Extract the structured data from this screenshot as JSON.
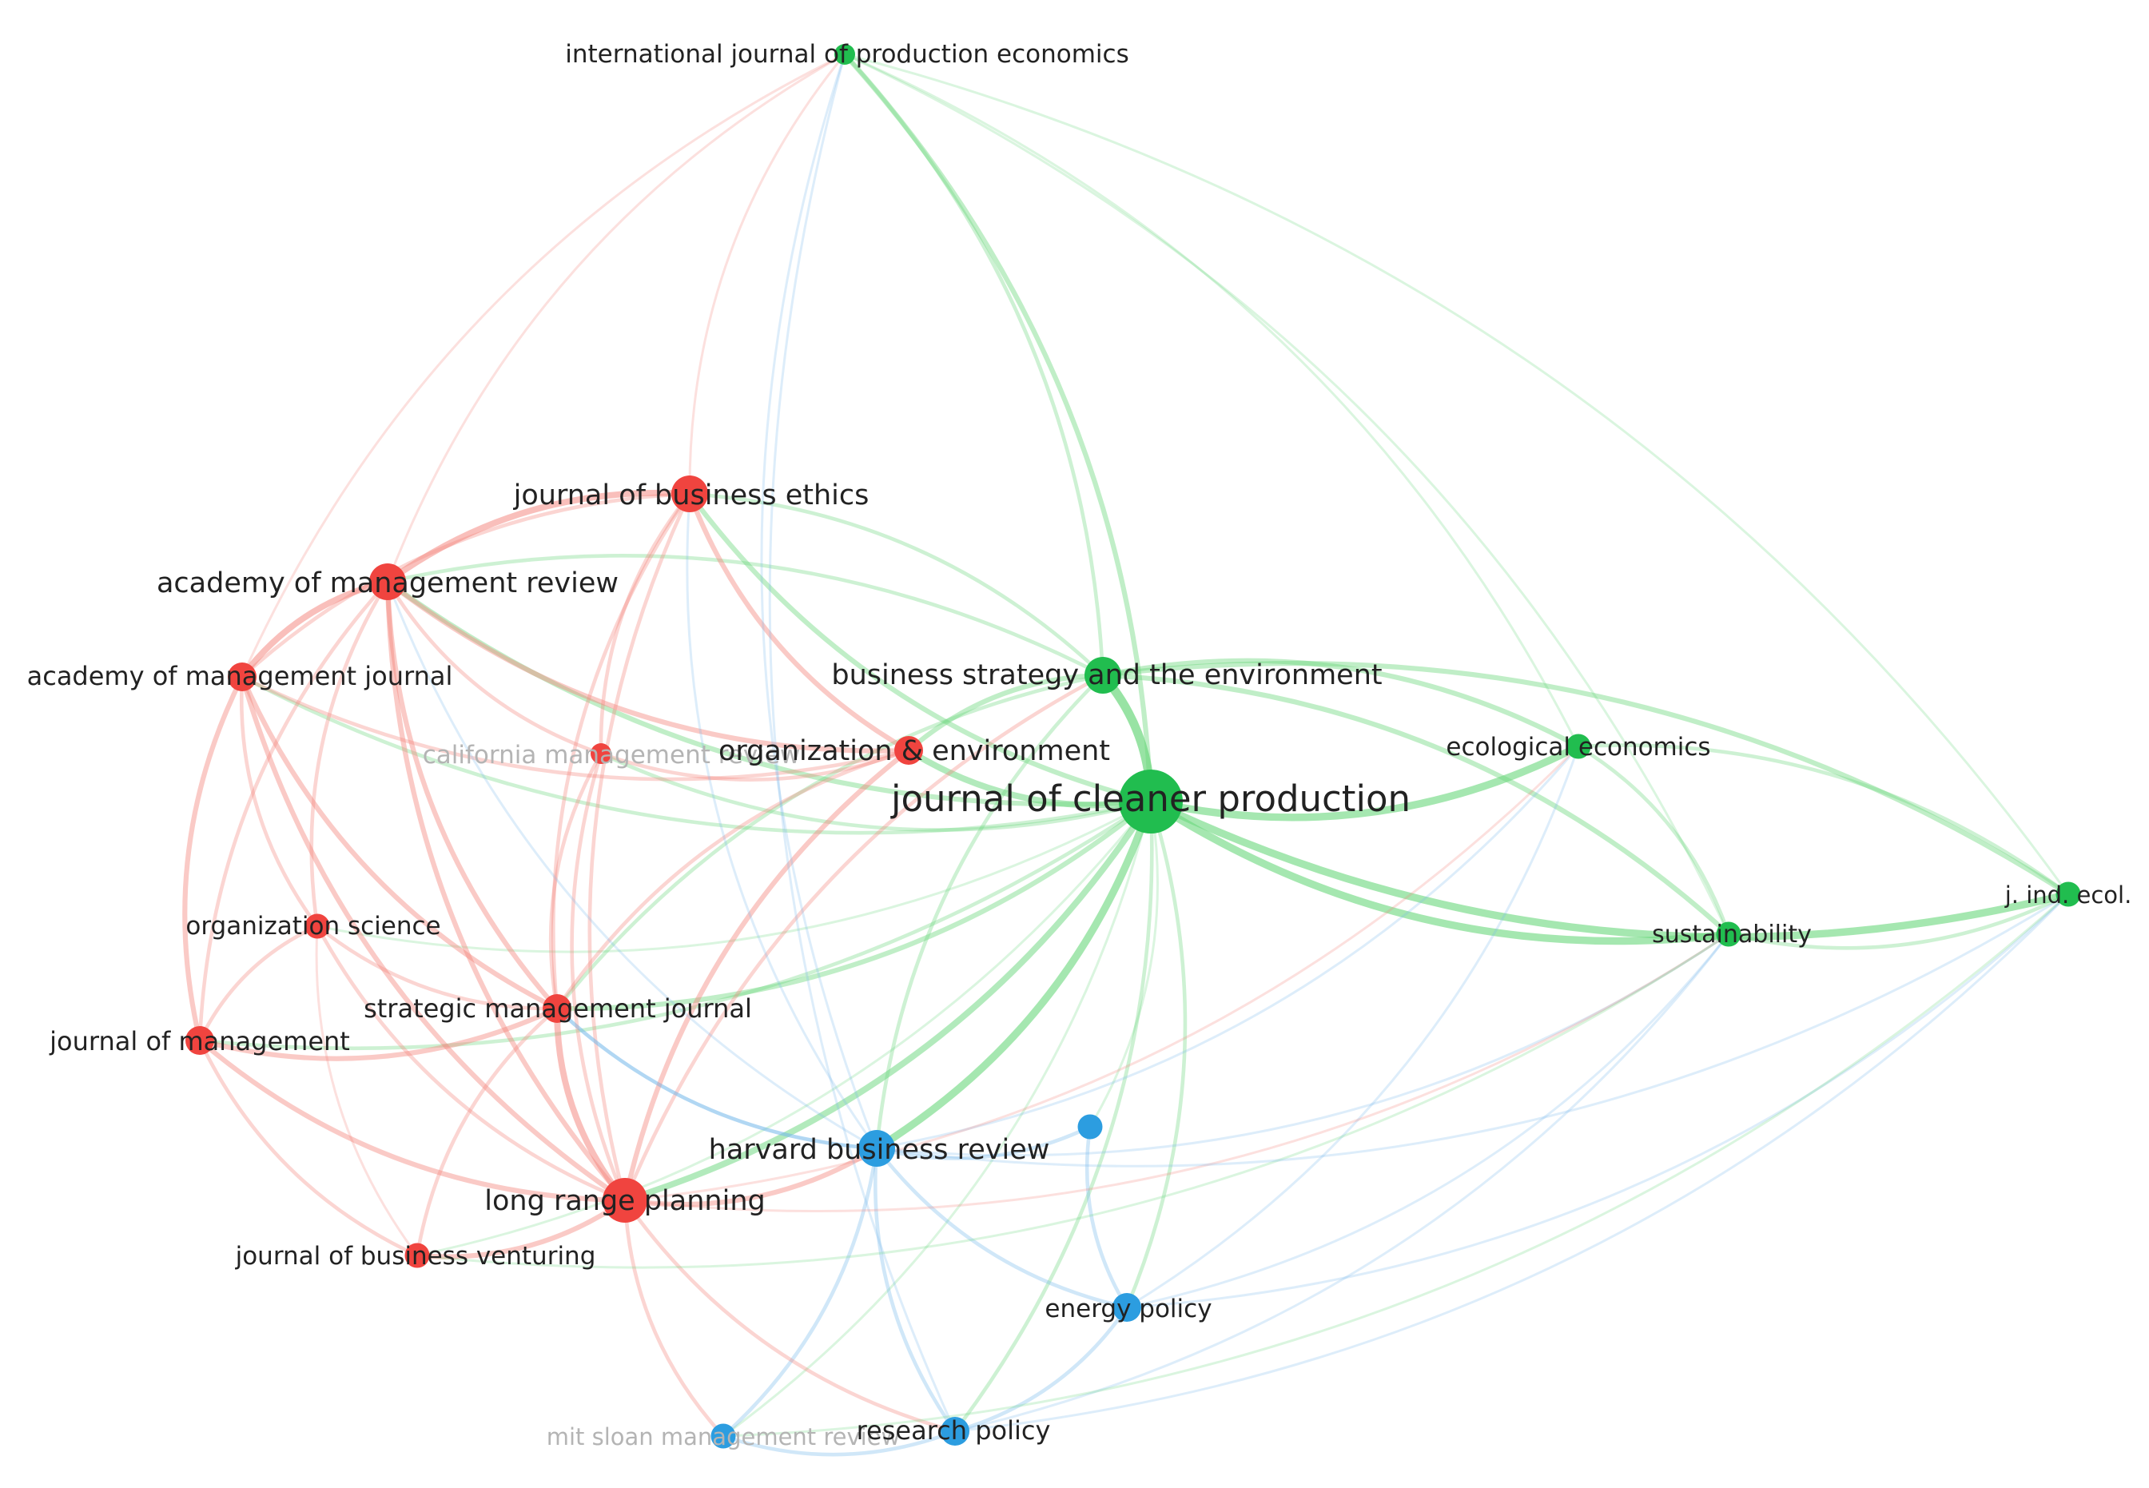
{
  "title": "",
  "colors": {
    "red": "#f0443f",
    "green": "#21bd4f",
    "blue": "#2c9de0",
    "red_edge": "#f4857c",
    "green_edge": "#6cd77e",
    "blue_edge": "#76b8ea"
  },
  "nodes": [
    {
      "id": "ijpe",
      "label": "international journal of production economics",
      "cluster": "green",
      "weight": 1,
      "faint": false
    },
    {
      "id": "jbe",
      "label": "journal of business ethics",
      "cluster": "red",
      "weight": 3,
      "faint": false
    },
    {
      "id": "amr",
      "label": "academy of management review",
      "cluster": "red",
      "weight": 3,
      "faint": false
    },
    {
      "id": "amj",
      "label": "academy of management journal",
      "cluster": "red",
      "weight": 2,
      "faint": false
    },
    {
      "id": "cmr",
      "label": "california management review",
      "cluster": "red",
      "weight": 1,
      "faint": true
    },
    {
      "id": "bse",
      "label": "business strategy and the environment",
      "cluster": "green",
      "weight": 3,
      "faint": false
    },
    {
      "id": "oe",
      "label": "organization & environment",
      "cluster": "red",
      "weight": 2,
      "faint": false
    },
    {
      "id": "jcp",
      "label": "journal of cleaner production",
      "cluster": "green",
      "weight": 6,
      "faint": false
    },
    {
      "id": "ee",
      "label": "ecological economics",
      "cluster": "green",
      "weight": 1.5,
      "faint": false
    },
    {
      "id": "jie",
      "label": "j. ind. ecol.",
      "cluster": "green",
      "weight": 1.5,
      "faint": false
    },
    {
      "id": "sus",
      "label": "sustainability",
      "cluster": "green",
      "weight": 1.5,
      "faint": false
    },
    {
      "id": "os",
      "label": "organization science",
      "cluster": "red",
      "weight": 1.5,
      "faint": false
    },
    {
      "id": "smj",
      "label": "strategic management journal",
      "cluster": "red",
      "weight": 2,
      "faint": false
    },
    {
      "id": "jom",
      "label": "journal of management",
      "cluster": "red",
      "weight": 2,
      "faint": false
    },
    {
      "id": "hbr",
      "label": "harvard business review",
      "cluster": "blue",
      "weight": 3,
      "faint": false
    },
    {
      "id": "blue_un",
      "label": "",
      "cluster": "blue",
      "weight": 1.5,
      "faint": true
    },
    {
      "id": "lrp",
      "label": "long range planning",
      "cluster": "red",
      "weight": 4,
      "faint": false
    },
    {
      "id": "jbv",
      "label": "journal of business venturing",
      "cluster": "red",
      "weight": 1.5,
      "faint": false
    },
    {
      "id": "ep",
      "label": "energy policy",
      "cluster": "blue",
      "weight": 2,
      "faint": false
    },
    {
      "id": "smr",
      "label": "mit sloan management review",
      "cluster": "blue",
      "weight": 1.5,
      "faint": true
    },
    {
      "id": "rp",
      "label": "research policy",
      "cluster": "blue",
      "weight": 2,
      "faint": false
    }
  ],
  "edges": [
    [
      "jcp",
      "bse",
      6
    ],
    [
      "jcp",
      "ee",
      5
    ],
    [
      "jcp",
      "jie",
      5
    ],
    [
      "jcp",
      "sus",
      5
    ],
    [
      "jcp",
      "hbr",
      5
    ],
    [
      "jcp",
      "ijpe",
      3
    ],
    [
      "jcp",
      "oe",
      4
    ],
    [
      "jcp",
      "lrp",
      4
    ],
    [
      "jcp",
      "smj",
      3
    ],
    [
      "jcp",
      "amr",
      3
    ],
    [
      "jcp",
      "jbe",
      3
    ],
    [
      "jcp",
      "ep",
      2
    ],
    [
      "jcp",
      "rp",
      2
    ],
    [
      "jcp",
      "amj",
      2
    ],
    [
      "jcp",
      "jom",
      2
    ],
    [
      "jcp",
      "os",
      1
    ],
    [
      "jcp",
      "cmr",
      2
    ],
    [
      "jcp",
      "jbv",
      1
    ],
    [
      "jcp",
      "smr",
      1
    ],
    [
      "jcp",
      "blue_un",
      1
    ],
    [
      "bse",
      "ee",
      3
    ],
    [
      "bse",
      "jie",
      3
    ],
    [
      "bse",
      "sus",
      3
    ],
    [
      "bse",
      "oe",
      3
    ],
    [
      "bse",
      "ijpe",
      2
    ],
    [
      "bse",
      "lrp",
      2
    ],
    [
      "bse",
      "smj",
      2
    ],
    [
      "bse",
      "amr",
      2
    ],
    [
      "bse",
      "jbe",
      2
    ],
    [
      "bse",
      "hbr",
      2
    ],
    [
      "ee",
      "jie",
      2
    ],
    [
      "ee",
      "sus",
      2
    ],
    [
      "sus",
      "jie",
      2
    ],
    [
      "ijpe",
      "ee",
      1
    ],
    [
      "ijpe",
      "sus",
      1
    ],
    [
      "ijpe",
      "jie",
      1
    ],
    [
      "amr",
      "amj",
      4
    ],
    [
      "amr",
      "jbe",
      4
    ],
    [
      "amr",
      "smj",
      3
    ],
    [
      "amr",
      "oe",
      3
    ],
    [
      "amr",
      "lrp",
      3
    ],
    [
      "amr",
      "cmr",
      2
    ],
    [
      "amr",
      "os",
      2
    ],
    [
      "amr",
      "jom",
      2
    ],
    [
      "amj",
      "smj",
      3
    ],
    [
      "amj",
      "jom",
      3
    ],
    [
      "amj",
      "os",
      2
    ],
    [
      "amj",
      "lrp",
      3
    ],
    [
      "amj",
      "jbe",
      2
    ],
    [
      "amj",
      "oe",
      2
    ],
    [
      "jbe",
      "oe",
      3
    ],
    [
      "jbe",
      "smj",
      2
    ],
    [
      "jbe",
      "lrp",
      2
    ],
    [
      "jbe",
      "cmr",
      2
    ],
    [
      "smj",
      "lrp",
      4
    ],
    [
      "smj",
      "jom",
      3
    ],
    [
      "smj",
      "os",
      2
    ],
    [
      "smj",
      "jbv",
      2
    ],
    [
      "smj",
      "hbr",
      2
    ],
    [
      "lrp",
      "jom",
      3
    ],
    [
      "lrp",
      "jbv",
      3
    ],
    [
      "lrp",
      "hbr",
      3
    ],
    [
      "lrp",
      "oe",
      3
    ],
    [
      "lrp",
      "os",
      2
    ],
    [
      "lrp",
      "cmr",
      2
    ],
    [
      "jom",
      "os",
      2
    ],
    [
      "jom",
      "jbv",
      2
    ],
    [
      "os",
      "jbv",
      1
    ],
    [
      "cmr",
      "oe",
      2
    ],
    [
      "cmr",
      "smj",
      2
    ],
    [
      "oe",
      "smj",
      2
    ],
    [
      "hbr",
      "rp",
      2
    ],
    [
      "hbr",
      "ep",
      2
    ],
    [
      "hbr",
      "smr",
      2
    ],
    [
      "hbr",
      "blue_un",
      2
    ],
    [
      "rp",
      "ep",
      2
    ],
    [
      "rp",
      "smr",
      2
    ],
    [
      "ep",
      "blue_un",
      2
    ],
    [
      "smr",
      "lrp",
      2
    ],
    [
      "rp",
      "lrp",
      2
    ],
    [
      "hbr",
      "smj",
      2
    ],
    [
      "hbr",
      "amr",
      1
    ],
    [
      "hbr",
      "jbe",
      1
    ],
    [
      "ijpe",
      "amr",
      1
    ],
    [
      "ijpe",
      "jbe",
      1
    ],
    [
      "ijpe",
      "amj",
      1
    ],
    [
      "ijpe",
      "hbr",
      1
    ],
    [
      "ijpe",
      "rp",
      1
    ],
    [
      "jie",
      "rp",
      1
    ],
    [
      "jie",
      "ep",
      1
    ],
    [
      "sus",
      "rp",
      1
    ],
    [
      "sus",
      "ep",
      1
    ],
    [
      "sus",
      "hbr",
      1
    ],
    [
      "ee",
      "ep",
      1
    ],
    [
      "ee",
      "hbr",
      1
    ],
    [
      "jie",
      "smr",
      1
    ],
    [
      "sus",
      "lrp",
      1
    ],
    [
      "sus",
      "jbv",
      1
    ],
    [
      "ee",
      "lrp",
      1
    ],
    [
      "jie",
      "hbr",
      1
    ]
  ]
}
